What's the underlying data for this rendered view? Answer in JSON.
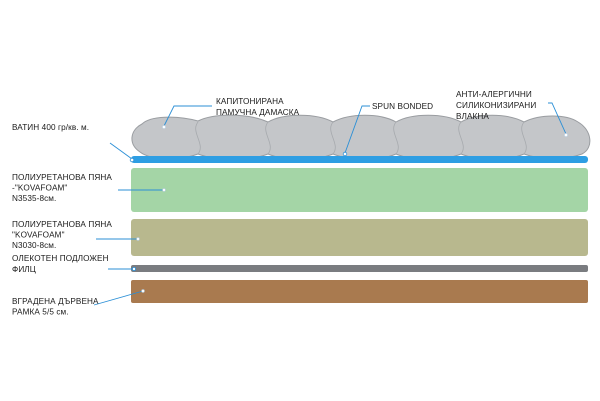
{
  "callouts": {
    "quilted_damask": [
      "КАПИТОНИРАНА",
      "ПАМУЧНА ДАМАСКА"
    ],
    "spun_bonded": [
      "SPUN BONDED"
    ],
    "anti_allergic": [
      "АНТИ-АЛЕРГИЧНИ",
      "СИЛИКОНИЗИРАНИ",
      "ВЛАКНА"
    ]
  },
  "layers": [
    {
      "key": "wadding",
      "label": [
        "ВАТИН 400 гр/кв. м."
      ],
      "color": "#2e9ee3"
    },
    {
      "key": "foam_1",
      "label": [
        "ПОЛИУРЕТАНОВА ПЯНА",
        "-\"KOVAFOAM\"",
        "N3535-8см."
      ],
      "color": "#a4d5a6"
    },
    {
      "key": "foam_2",
      "label": [
        "ПОЛИУРЕТАНОВА ПЯНА",
        "\"KOVAFOAM\"",
        "N3030-8см."
      ],
      "color": "#b8b88e"
    },
    {
      "key": "felt",
      "label": [
        "ОЛЕКОТЕН ПОДЛОЖЕН",
        "ФИЛЦ"
      ],
      "color": "#7a7c80"
    },
    {
      "key": "wood_frame",
      "label": [
        "ВГРАДЕНА ДЪРВЕНА",
        "РАМКА 5/5 см."
      ],
      "color": "#a97a4f"
    }
  ],
  "colors": {
    "quilt_fill": "#c4c6c9",
    "quilt_stroke": "#9a9da1",
    "leader": "#2b8fd6"
  }
}
